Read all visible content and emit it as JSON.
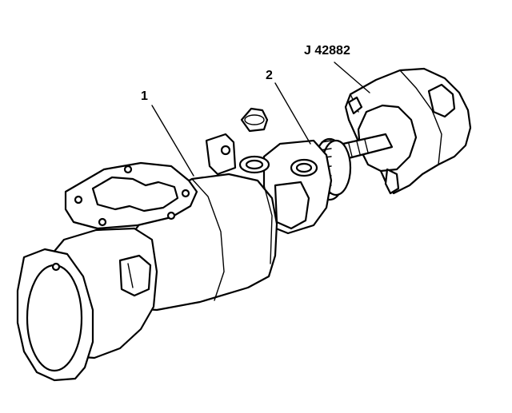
{
  "callouts": {
    "one": "1",
    "two": "2",
    "tool": "J 42882"
  },
  "colors": {
    "ink": "#000000",
    "tool_fill": "#d9d9d9",
    "background": "#ffffff"
  }
}
